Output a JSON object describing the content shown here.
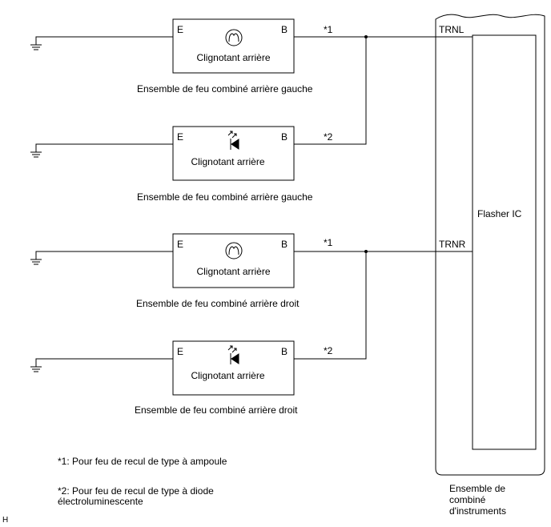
{
  "circuits": [
    {
      "pin_e": "E",
      "pin_b": "B",
      "component": "Clignotant arrière",
      "note": "*1",
      "lamp_icon": "bulb-icon",
      "caption": "Ensemble de feu combiné arrière gauche"
    },
    {
      "pin_e": "E",
      "pin_b": "B",
      "component": "Clignotant arrière",
      "note": "*2",
      "lamp_icon": "led-icon",
      "caption": "Ensemble de feu combiné arrière gauche"
    },
    {
      "pin_e": "E",
      "pin_b": "B",
      "component": "Clignotant arrière",
      "note": "*1",
      "lamp_icon": "bulb-icon",
      "caption": "Ensemble de feu combiné arrière droit"
    },
    {
      "pin_e": "E",
      "pin_b": "B",
      "component": "Clignotant arrière",
      "note": "*2",
      "lamp_icon": "led-icon",
      "caption": "Ensemble de feu combiné arrière droit"
    }
  ],
  "meter": {
    "terminal_left": "TRNL",
    "terminal_right": "TRNR",
    "ic_label": "Flasher IC",
    "label": [
      "Ensemble de",
      "combiné",
      "d'instruments"
    ]
  },
  "footnotes": {
    "note1": "*1: Pour feu de recul de type à ampoule",
    "note2_line1": "*2: Pour feu de recul de type à diode",
    "note2_line2": "électroluminescente"
  },
  "corner_mark": "H"
}
